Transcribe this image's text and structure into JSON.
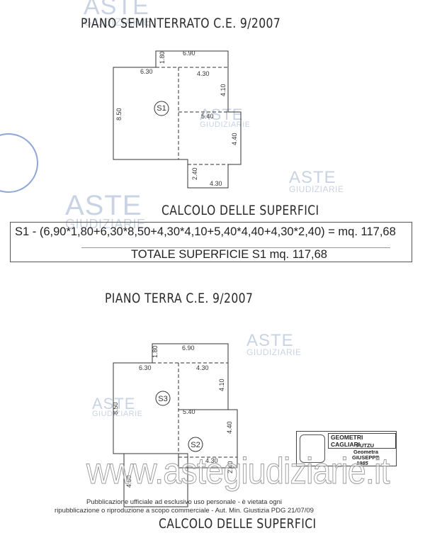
{
  "watermark": {
    "aste": "ASTE",
    "giudiziarie": "GIUDIZIARIE",
    "site": "www.astegiudiziarie.it"
  },
  "plan1": {
    "title": "PIANO SEMINTERRATO C.E. 9/2007",
    "room": "S1",
    "dims": [
      "6.90",
      "1.80",
      "6.30",
      "4.30",
      "4.10",
      "8.50",
      "5.40",
      "4.40",
      "2.40",
      "4.30"
    ]
  },
  "calc1": {
    "title": "CALCOLO DELLE SUPERFICI",
    "formula": "S1 - (6,90*1,80+6,30*8,50+4,30*4,10+5,40*4,40+4,30*2,40) = mq. 117,68",
    "total": "TOTALE SUPERFICIE S1 mq. 117,68"
  },
  "plan2": {
    "title": "PIANO TERRA C.E. 9/2007",
    "rooms": [
      "S3",
      "S2"
    ],
    "dims": [
      "6.90",
      "1.80",
      "6.30",
      "4.30",
      "4.10",
      "8.50",
      "5.40",
      "4.40",
      "4.30",
      "2.40",
      "4.50"
    ]
  },
  "publication": {
    "line1": "Pubblicazione ufficiale ad esclusivo uso personale - è vietata ogni",
    "line2": "ripubblicazione o riproduzione a scopo commerciale - Aut. Min. Giustizia PDG 21/07/09"
  },
  "stamp": {
    "org": "GEOMETRI CAGLIARI",
    "surname": "PUTZU",
    "role": "Geometra",
    "name": "GIUSEPPE",
    "number": "1985"
  },
  "calc2": {
    "title": "CALCOLO DELLE SUPERFICI"
  }
}
